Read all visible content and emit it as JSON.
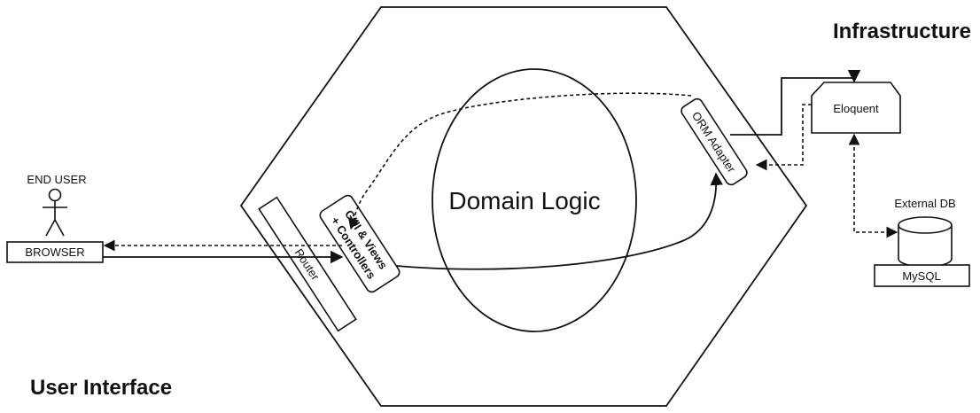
{
  "labels": {
    "infrastructure": "Infrastructure",
    "user_interface": "User Interface",
    "domain_logic": "Domain Logic",
    "end_user": "END USER",
    "browser": "BROWSER",
    "router": "Router",
    "gui_line1": "GUI & Views",
    "gui_line2": "+ Controllers",
    "orm_adapter": "ORM Adapter",
    "eloquent": "Eloquent",
    "external_db": "External DB",
    "mysql": "MySQL"
  }
}
